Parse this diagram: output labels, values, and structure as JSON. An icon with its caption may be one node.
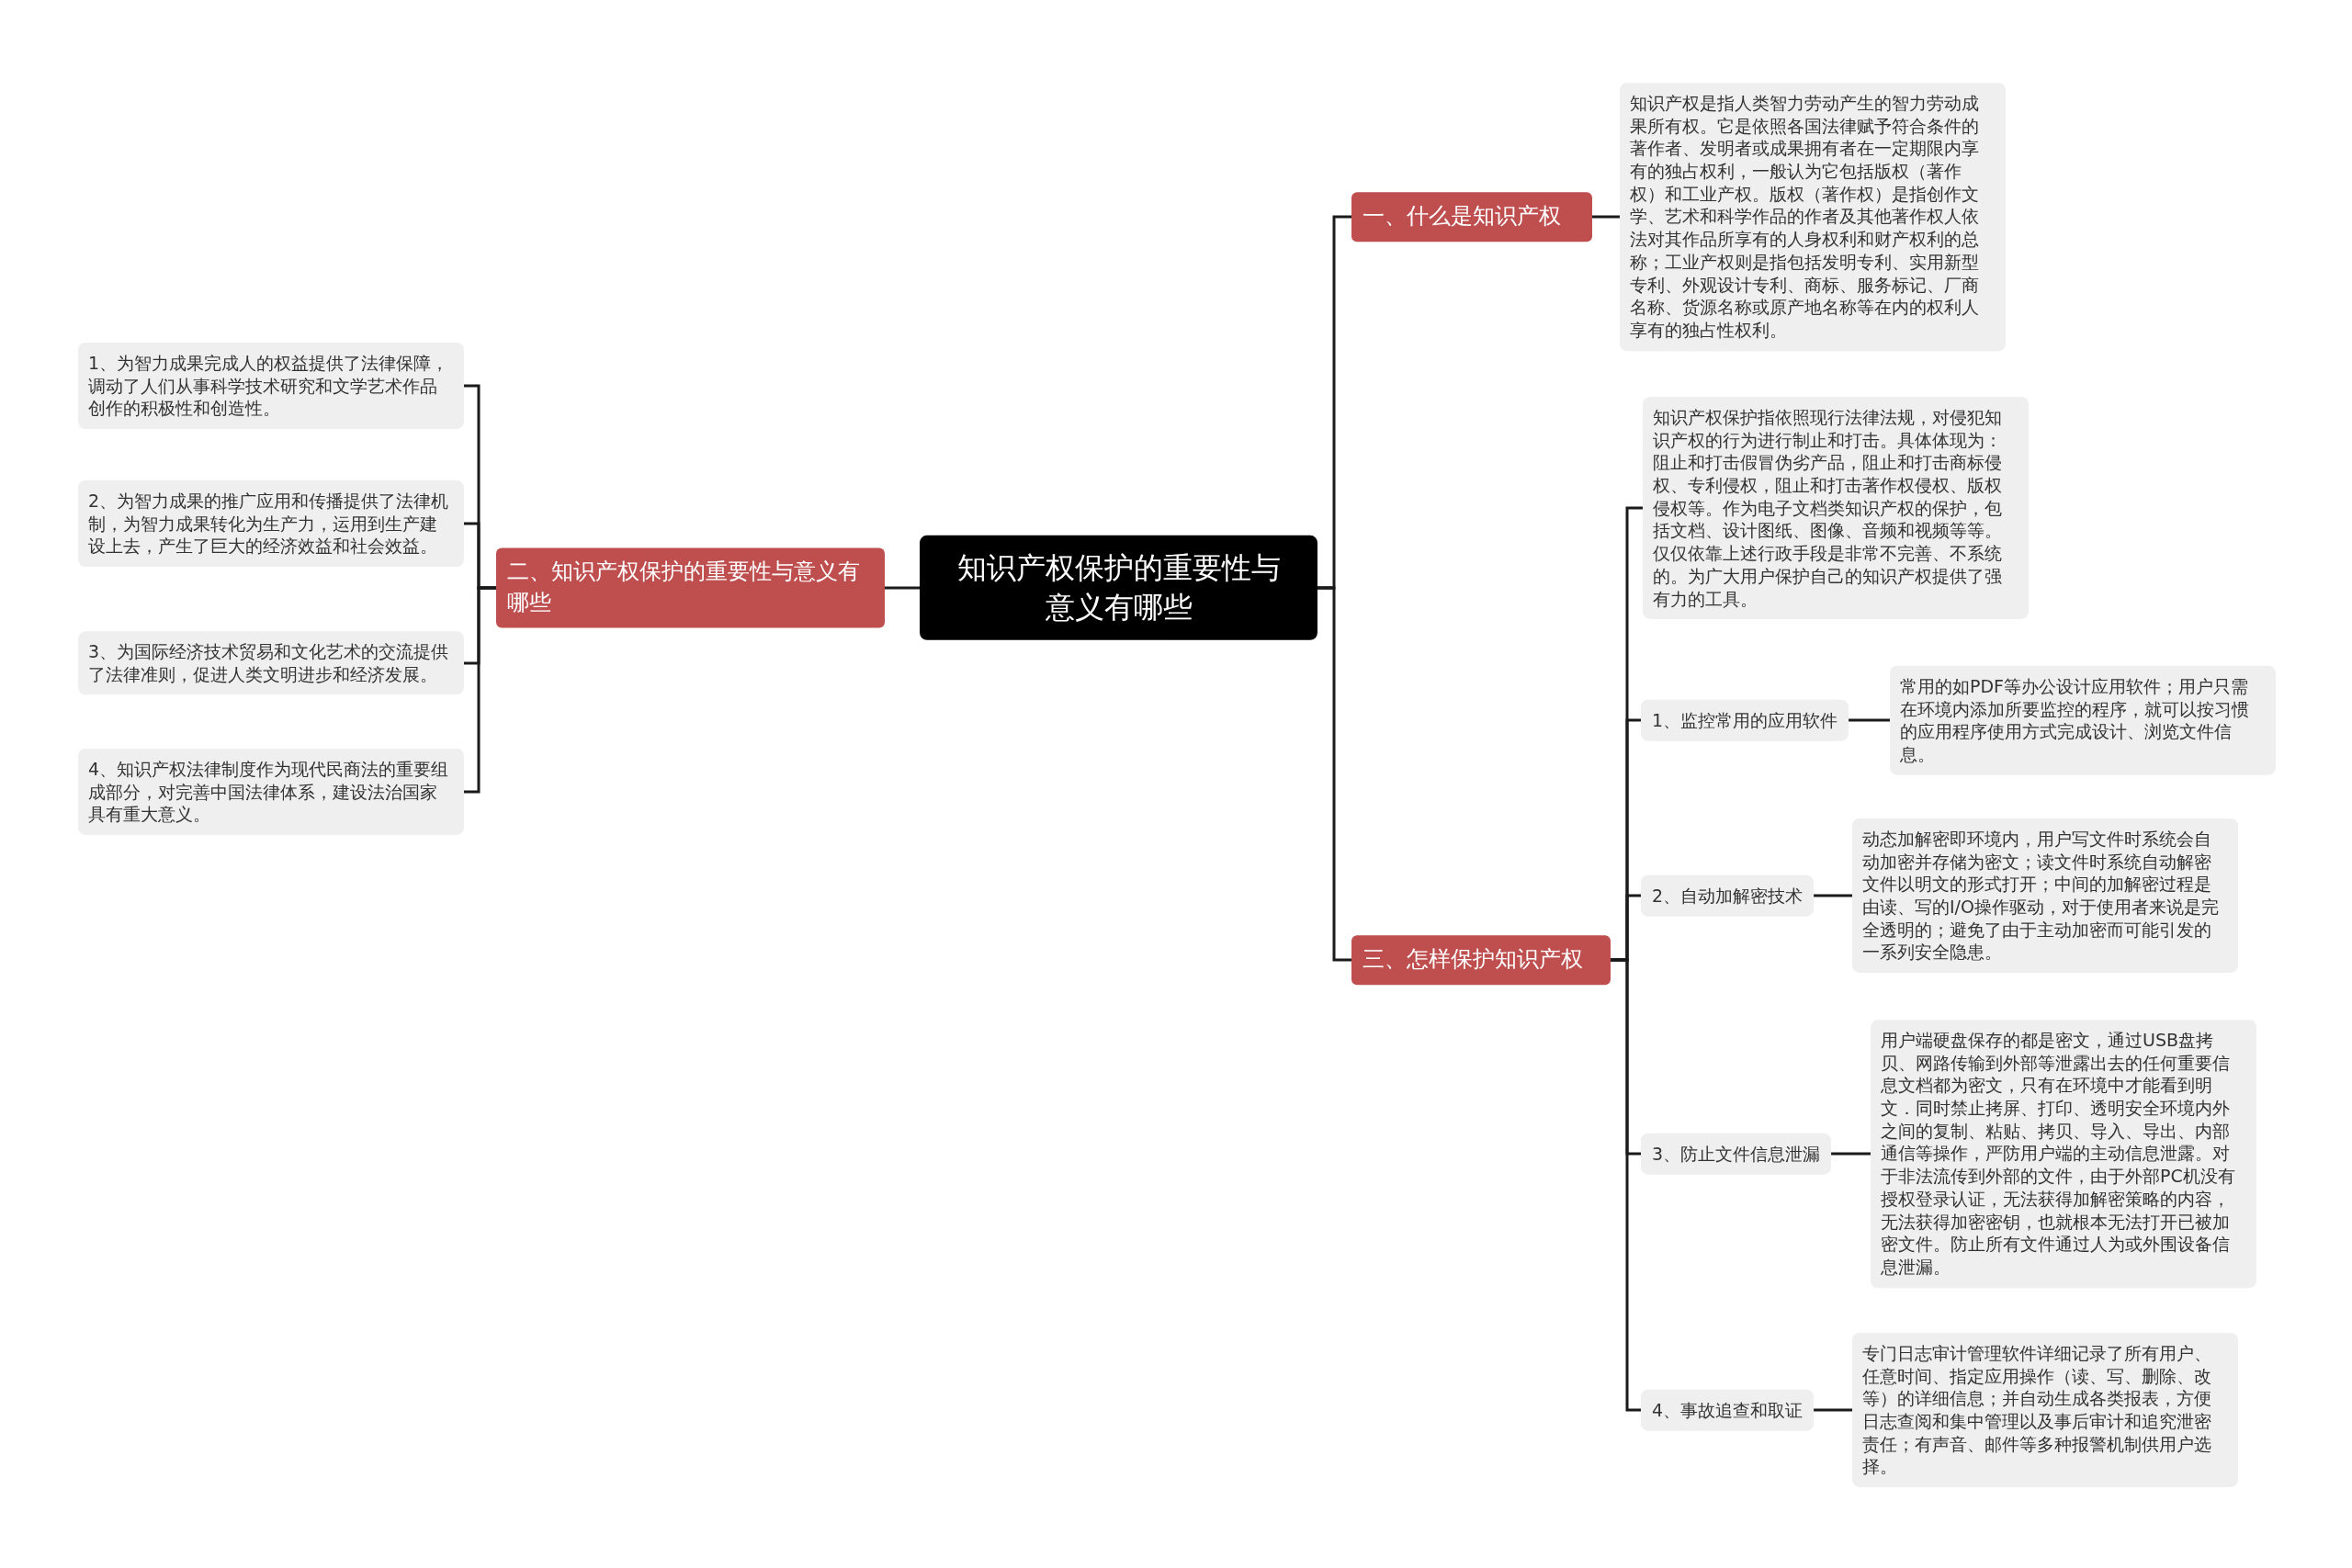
{
  "diagram": {
    "nodes": [
      {
        "text": [
          "知识产权保护的重要性与意义有哪些"
        ]
      },
      {
        "text": [
          "一、什么是知识产权"
        ]
      },
      {
        "text": [
          "知识产权是指人类智力劳动产生的智力劳动成果所有权。它是依照各国法律赋予符合条件的著作者、发明者或成果拥有者在一定期限内享有的独占权利，一般认为它包括版权（著作权）和工业产权。版权（著作权）是指创作文学、艺术和科学作品的作者及其他著作权人依法对其作品所享有的人身权利和财产权利的总称；工业产权则是指包括发明专利、实用新型专利、外观设计专利、商标、服务标记、厂商名称、货源名称或原产地名称等在内的权利人享有的独占性权利。"
        ]
      },
      {
        "text": [
          "二、知识产权保护的重要性与意义有哪些"
        ]
      },
      {
        "text": [
          "1、为智力成果完成人的权益提供了法律保障，调动了人们从事科学技术研究和文学艺术作品创作的积极性和创造性。"
        ]
      },
      {
        "text": [
          "2、为智力成果的推广应用和传播提供了法律机制，为智力成果转化为生产力，运用到生产建设上去，产生了巨大的经济效益和社会效益。"
        ]
      },
      {
        "text": [
          "3、为国际经济技术贸易和文化艺术的交流提供了法律准则，促进人类文明进步和经济发展。"
        ]
      },
      {
        "text": [
          "4、知识产权法律制度作为现代民商法的重要组成部分，对完善中国法律体系，建设法治国家具有重大意义。"
        ]
      },
      {
        "text": [
          "三、怎样保护知识产权"
        ]
      },
      {
        "text": [
          "知识产权保护指依照现行法律法规，对侵犯知识产权的行为进行制止和打击。具体体现为：阻止和打击假冒伪劣产品，阻止和打击商标侵权、专利侵权，阻止和打击著作权侵权、版权侵权等。作为电子文档类知识产权的保护，包括文档、设计图纸、图像、音频和视频等等。仅仅依靠上述行政手段是非常不完善、不系统的。为广大用户保护自己的知识产权提供了强有力的工具。"
        ]
      },
      {
        "text": [
          "1、监控常用的应用软件"
        ]
      },
      {
        "text": [
          "常用的如PDF等办公设计应用软件；用户只需在环境内添加所要监控的程序，就可以按习惯的应用程序使用方式完成设计、浏览文件信息。"
        ]
      },
      {
        "text": [
          "2、自动加解密技术"
        ]
      },
      {
        "text": [
          "动态加解密即环境内，用户写文件时系统会自动加密并存储为密文；读文件时系统自动解密文件以明文的形式打开；中间的加解密过程是由读、写的I/O操作驱动，对于使用者来说是完全透明的；避免了由于主动加密而可能引发的一系列安全隐患。"
        ]
      },
      {
        "text": [
          "3、防止文件信息泄漏"
        ]
      },
      {
        "text": [
          "用户端硬盘保存的都是密文，通过USB盘拷贝、网路传输到外部等泄露出去的任何重要信息文档都为密文，只有在环境中才能看到明文．同时禁止拷屏、打印、透明安全环境内外之间的复制、粘贴、拷贝、导入、导出、内部通信等操作，严防用户端的主动信息泄露。对于非法流传到外部的文件，由于外部PC机没有授权登录认证，无法获得加解密策略的内容，无法获得加密密钥，也就根本无法打开已被加密文件。防止所有文件通过人为或外围设备信息泄漏。"
        ]
      },
      {
        "text": [
          "4、事故追查和取证"
        ]
      },
      {
        "text": [
          "专门日志审计管理软件详细记录了所有用户、任意时间、指定应用操作（读、写、删除、改等）的详细信息；并自动生成各类报表，方便日志查阅和集中管理以及事后审计和追究泄密责任；有声音、邮件等多种报警机制供用户选择。"
        ]
      }
    ],
    "edges": [
      {
        "from": 0,
        "to": 1,
        "arrow": "none"
      },
      {
        "from": 0,
        "to": 3,
        "arrow": "none"
      },
      {
        "from": 0,
        "to": 8,
        "arrow": "none"
      },
      {
        "from": 1,
        "to": 2,
        "arrow": "none"
      },
      {
        "from": 3,
        "to": 4,
        "arrow": "none"
      },
      {
        "from": 3,
        "to": 5,
        "arrow": "none"
      },
      {
        "from": 3,
        "to": 6,
        "arrow": "none"
      },
      {
        "from": 3,
        "to": 7,
        "arrow": "none"
      },
      {
        "from": 8,
        "to": 9,
        "arrow": "none"
      },
      {
        "from": 8,
        "to": 10,
        "arrow": "none"
      },
      {
        "from": 8,
        "to": 12,
        "arrow": "none"
      },
      {
        "from": 8,
        "to": 14,
        "arrow": "none"
      },
      {
        "from": 8,
        "to": 16,
        "arrow": "none"
      },
      {
        "from": 10,
        "to": 11,
        "arrow": "none"
      },
      {
        "from": 12,
        "to": 13,
        "arrow": "none"
      },
      {
        "from": 14,
        "to": 15,
        "arrow": "none"
      },
      {
        "from": 16,
        "to": 17,
        "arrow": "none"
      }
    ]
  }
}
